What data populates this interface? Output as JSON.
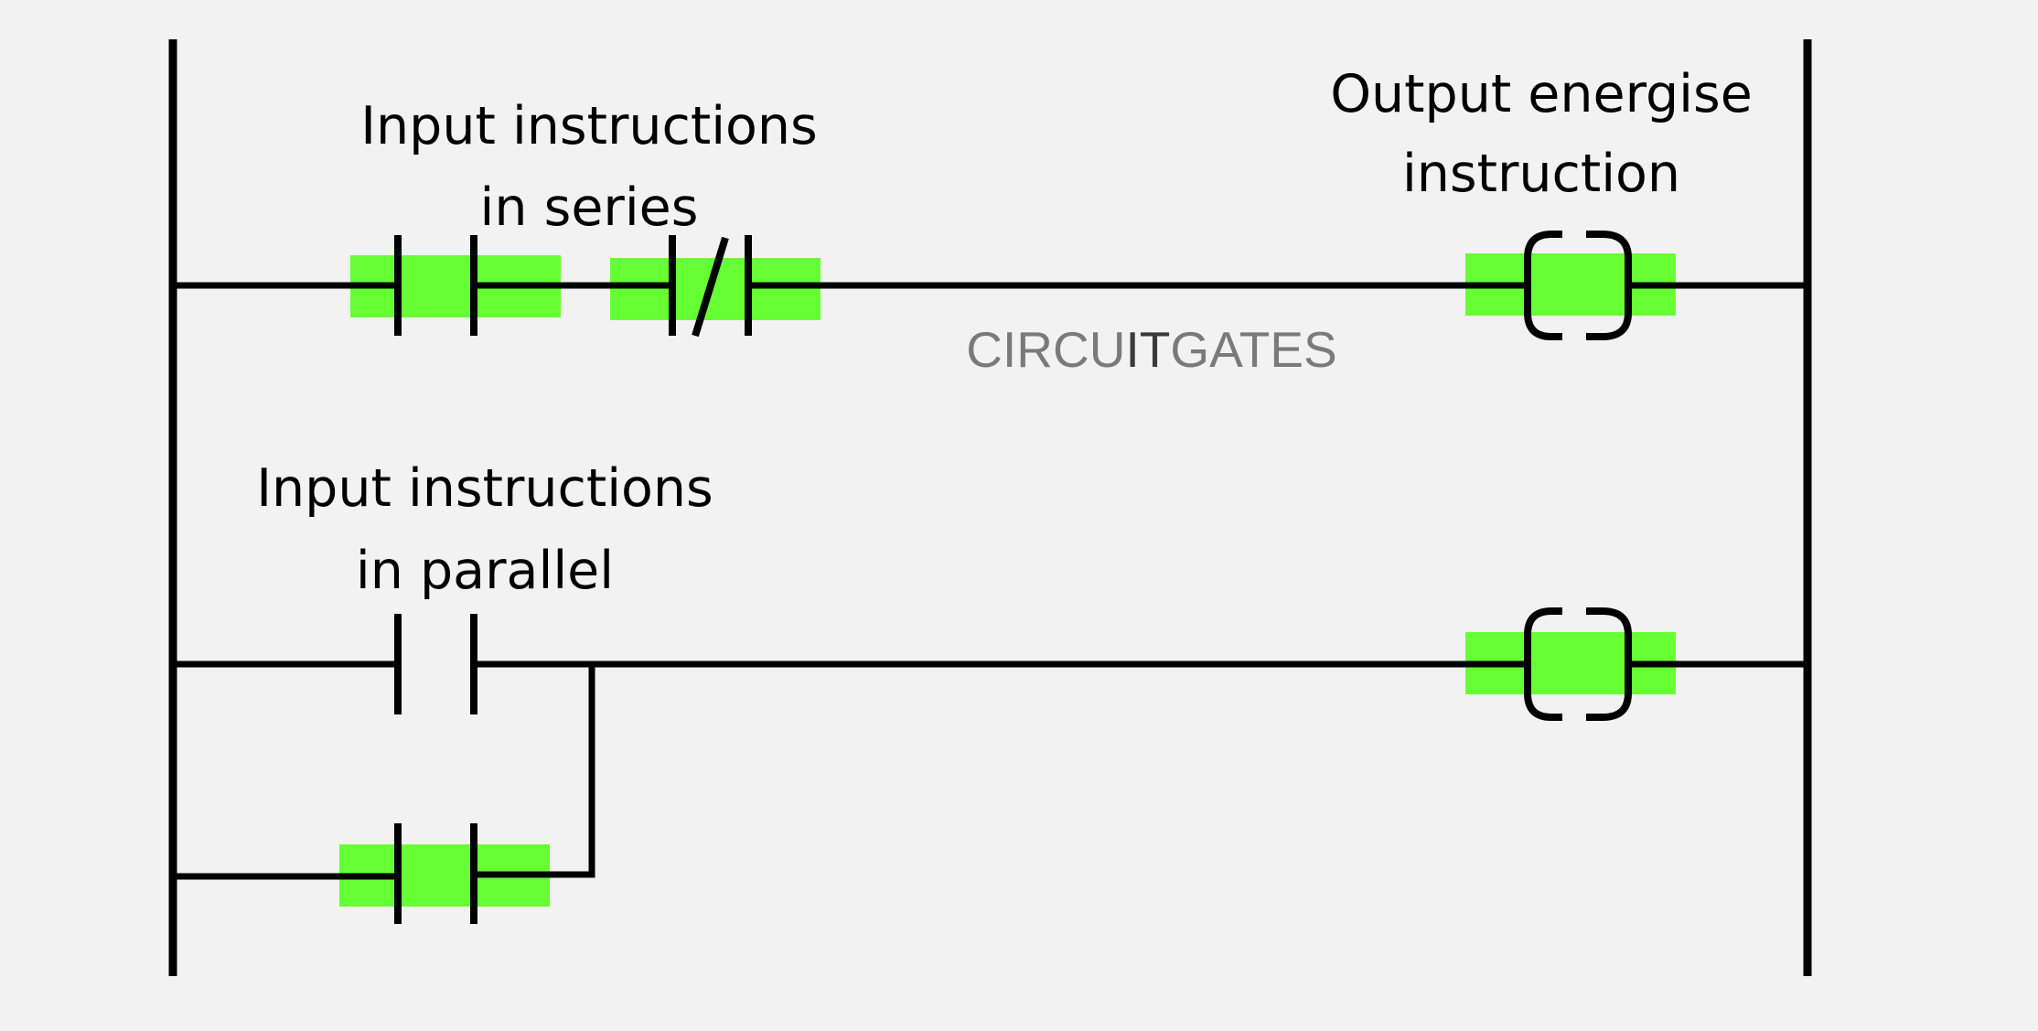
{
  "labels": {
    "series_line1": "Input instructions",
    "series_line2": "in series",
    "output_line1": "Output energise",
    "output_line2": "instruction",
    "parallel_line1": "Input instructions",
    "parallel_line2": "in parallel"
  },
  "watermark": {
    "part1": "CIRCU",
    "part2": "IT",
    "part3": "G",
    "part4": "ATES"
  },
  "colors": {
    "highlight": "#66ff33",
    "line": "#000000",
    "background": "#f2f2f2"
  },
  "symbols": {
    "contact_no": "normally-open-contact",
    "contact_nc": "normally-closed-contact",
    "coil": "output-coil"
  }
}
